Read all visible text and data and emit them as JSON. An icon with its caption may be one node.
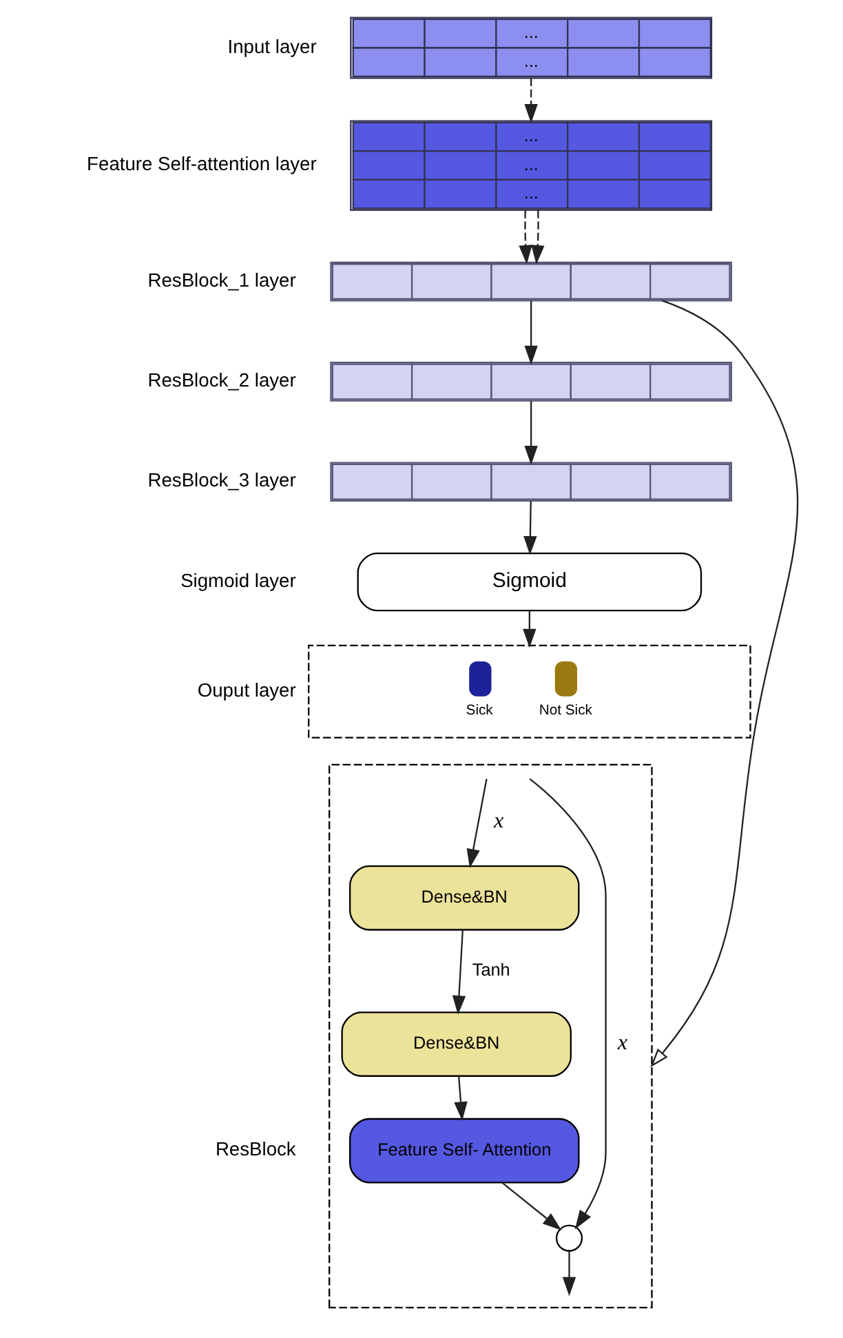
{
  "diagram": {
    "nodes": [
      {
        "text": [
          "...",
          "..."
        ],
        "beside": [
          "Input layer"
        ]
      },
      {
        "text": [
          "...",
          "...",
          "..."
        ],
        "beside": [
          "Feature Self-attention layer"
        ]
      },
      {
        "text": [],
        "shape": "box",
        "beside": [
          "ResBlock_1 layer"
        ]
      },
      {
        "text": [],
        "shape": "box",
        "beside": [
          "ResBlock_2 layer"
        ]
      },
      {
        "text": [],
        "shape": "box",
        "beside": [
          "ResBlock_3 layer"
        ]
      },
      {
        "text": [
          "Sigmoid"
        ],
        "beside": [
          "Sigmoid layer"
        ]
      },
      {
        "text": [],
        "shape": "box",
        "beside": [
          "Ouput layer"
        ]
      },
      {
        "text": [],
        "shape": "box",
        "beside": [
          "ResBlock"
        ]
      },
      {
        "text": [
          "Dense&BN"
        ],
        "in": 7
      },
      {
        "text": [
          "Dense&BN"
        ],
        "in": 7
      },
      {
        "text": [
          "Feature Self- Attention"
        ],
        "in": 7
      },
      {
        "text": [],
        "shape": "circle",
        "in": 7
      }
    ],
    "edges": [
      {
        "from": 0,
        "to": 1,
        "arrow": "to",
        "style": "dashed"
      },
      {
        "from": 1,
        "to": 2,
        "arrow": "to",
        "style": "dashed"
      },
      {
        "from": 1,
        "to": 2,
        "arrow": "to",
        "style": "dashed"
      },
      {
        "from": 2,
        "to": 3,
        "arrow": "to"
      },
      {
        "from": 3,
        "to": 4,
        "arrow": "to"
      },
      {
        "from": 4,
        "to": 5,
        "arrow": "to"
      },
      {
        "from": 5,
        "to": 6,
        "arrow": "to"
      },
      {
        "from": 2,
        "to": 7,
        "arrow": "to"
      },
      {
        "from": null,
        "to": 8,
        "arrow": "to",
        "label": "x"
      },
      {
        "from": 8,
        "to": 9,
        "arrow": "to",
        "label": "Tanh"
      },
      {
        "from": 9,
        "to": 10,
        "arrow": "to"
      },
      {
        "from": 10,
        "to": 11,
        "arrow": "to"
      },
      {
        "from": null,
        "to": 11,
        "arrow": "to",
        "label": "x"
      },
      {
        "from": 11,
        "to": null,
        "arrow": "to"
      }
    ],
    "legend": [
      {
        "text": "Sick",
        "color": "#1c2299"
      },
      {
        "text": "Not Sick",
        "color": "#9a7a10"
      }
    ]
  }
}
